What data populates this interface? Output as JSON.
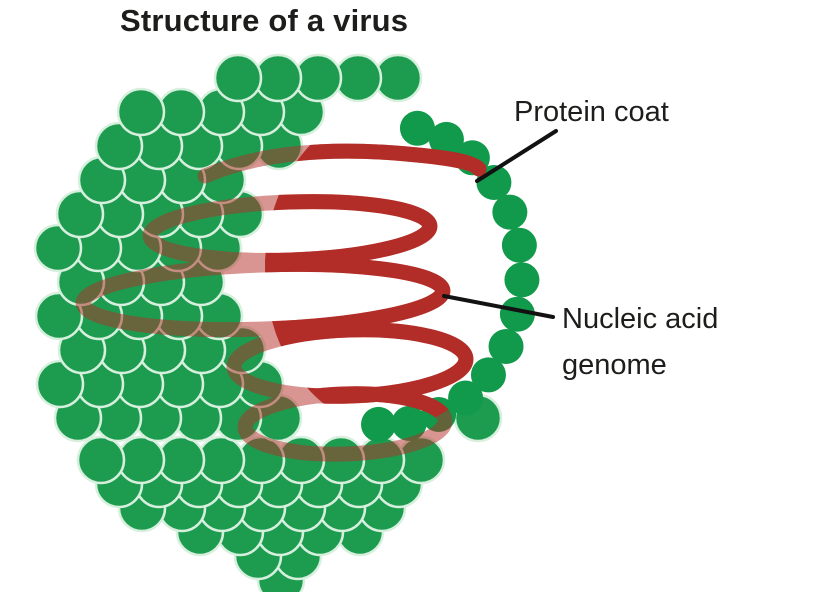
{
  "title": "Structure of a virus",
  "labels": {
    "protein_coat": "Protein coat",
    "nucleic_acid_line1": "Nucleic acid",
    "nucleic_acid_line2": "genome"
  },
  "colors": {
    "capsid_green": "#1d9c50",
    "capsid_outline": "#d7f0de",
    "rim_green": "#119a4b",
    "genome_red": "#b22d27",
    "pointer_line": "#121212",
    "text": "#1d1d1b",
    "background": "#ffffff"
  }
}
